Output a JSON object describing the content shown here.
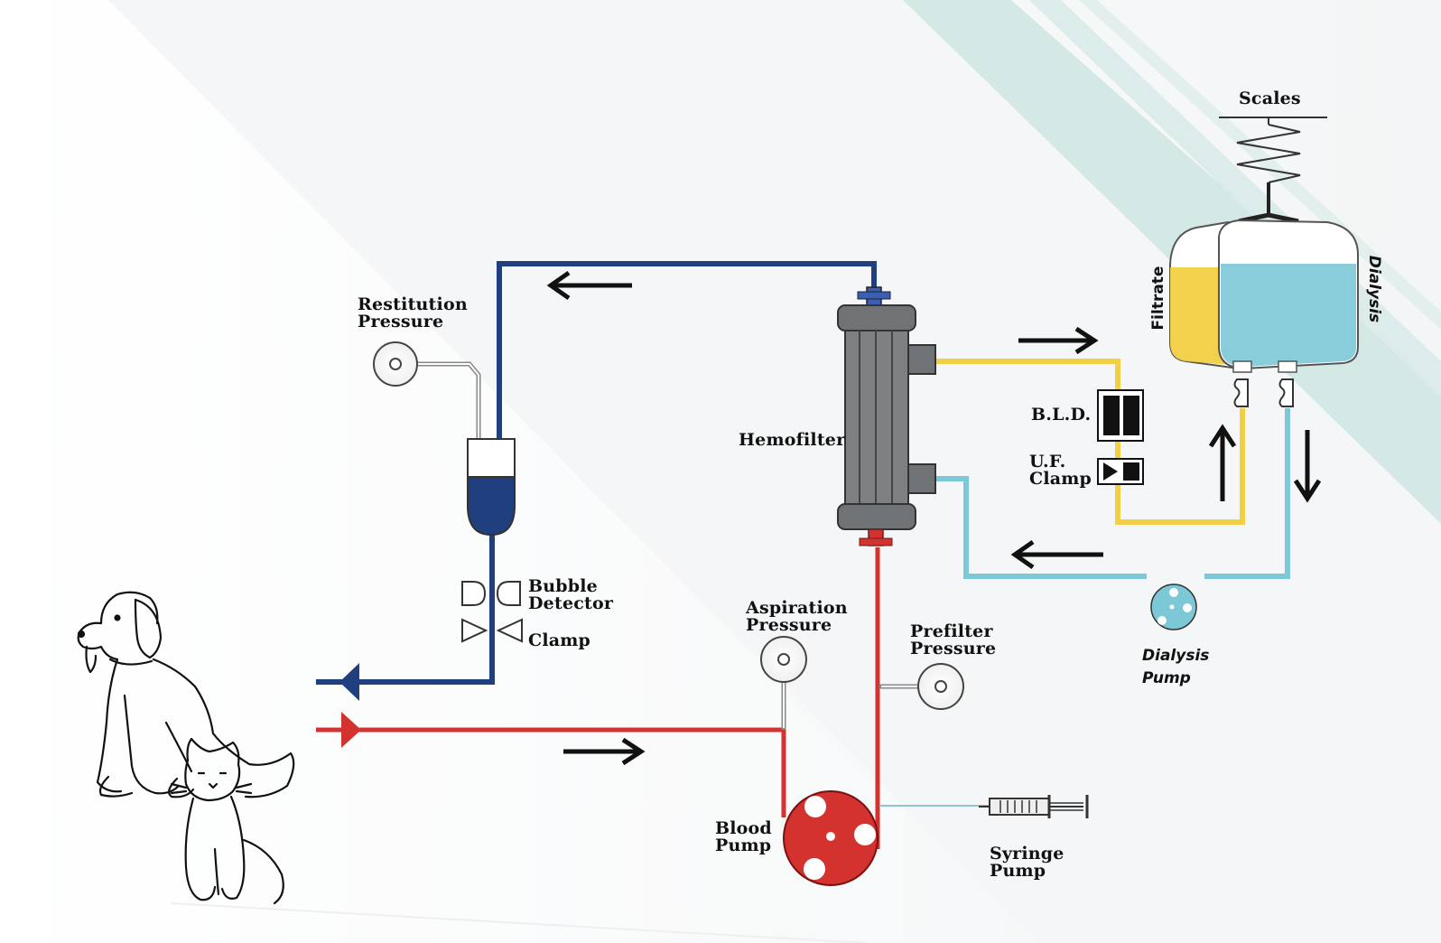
{
  "labels": {
    "scales": "Scales",
    "restitution_pressure": [
      "Restitution",
      "Pressure"
    ],
    "hemofilter": "Hemofilter",
    "bld": "B.L.D.",
    "uf_clamp": [
      "U.F.",
      "Clamp"
    ],
    "filtrate": "Filtrate",
    "dialysis": "Dialysis",
    "bubble_detector": [
      "Bubble",
      "Detector"
    ],
    "clamp": "Clamp",
    "aspiration_pressure": [
      "Aspiration",
      "Pressure"
    ],
    "prefilter_pressure": [
      "Prefilter",
      "Pressure"
    ],
    "dialysis_pump": [
      "Dialysis",
      "Pump"
    ],
    "blood_pump": [
      "Blood",
      "Pump"
    ],
    "syringe_pump": [
      "Syringe",
      "Pump"
    ]
  },
  "colors": {
    "venous_line": "#1f3f7e",
    "arterial_line": "#d3322f",
    "filtrate_line": "#f2cf43",
    "dialysate_line": "#7cc8d6",
    "background_stripe": "#cfe6e3"
  },
  "icons": {
    "patients": "dog-and-cat-illustration",
    "pressure_gauge": "pressure-gauge-icon",
    "flow_arrow": "arrow-icon"
  }
}
